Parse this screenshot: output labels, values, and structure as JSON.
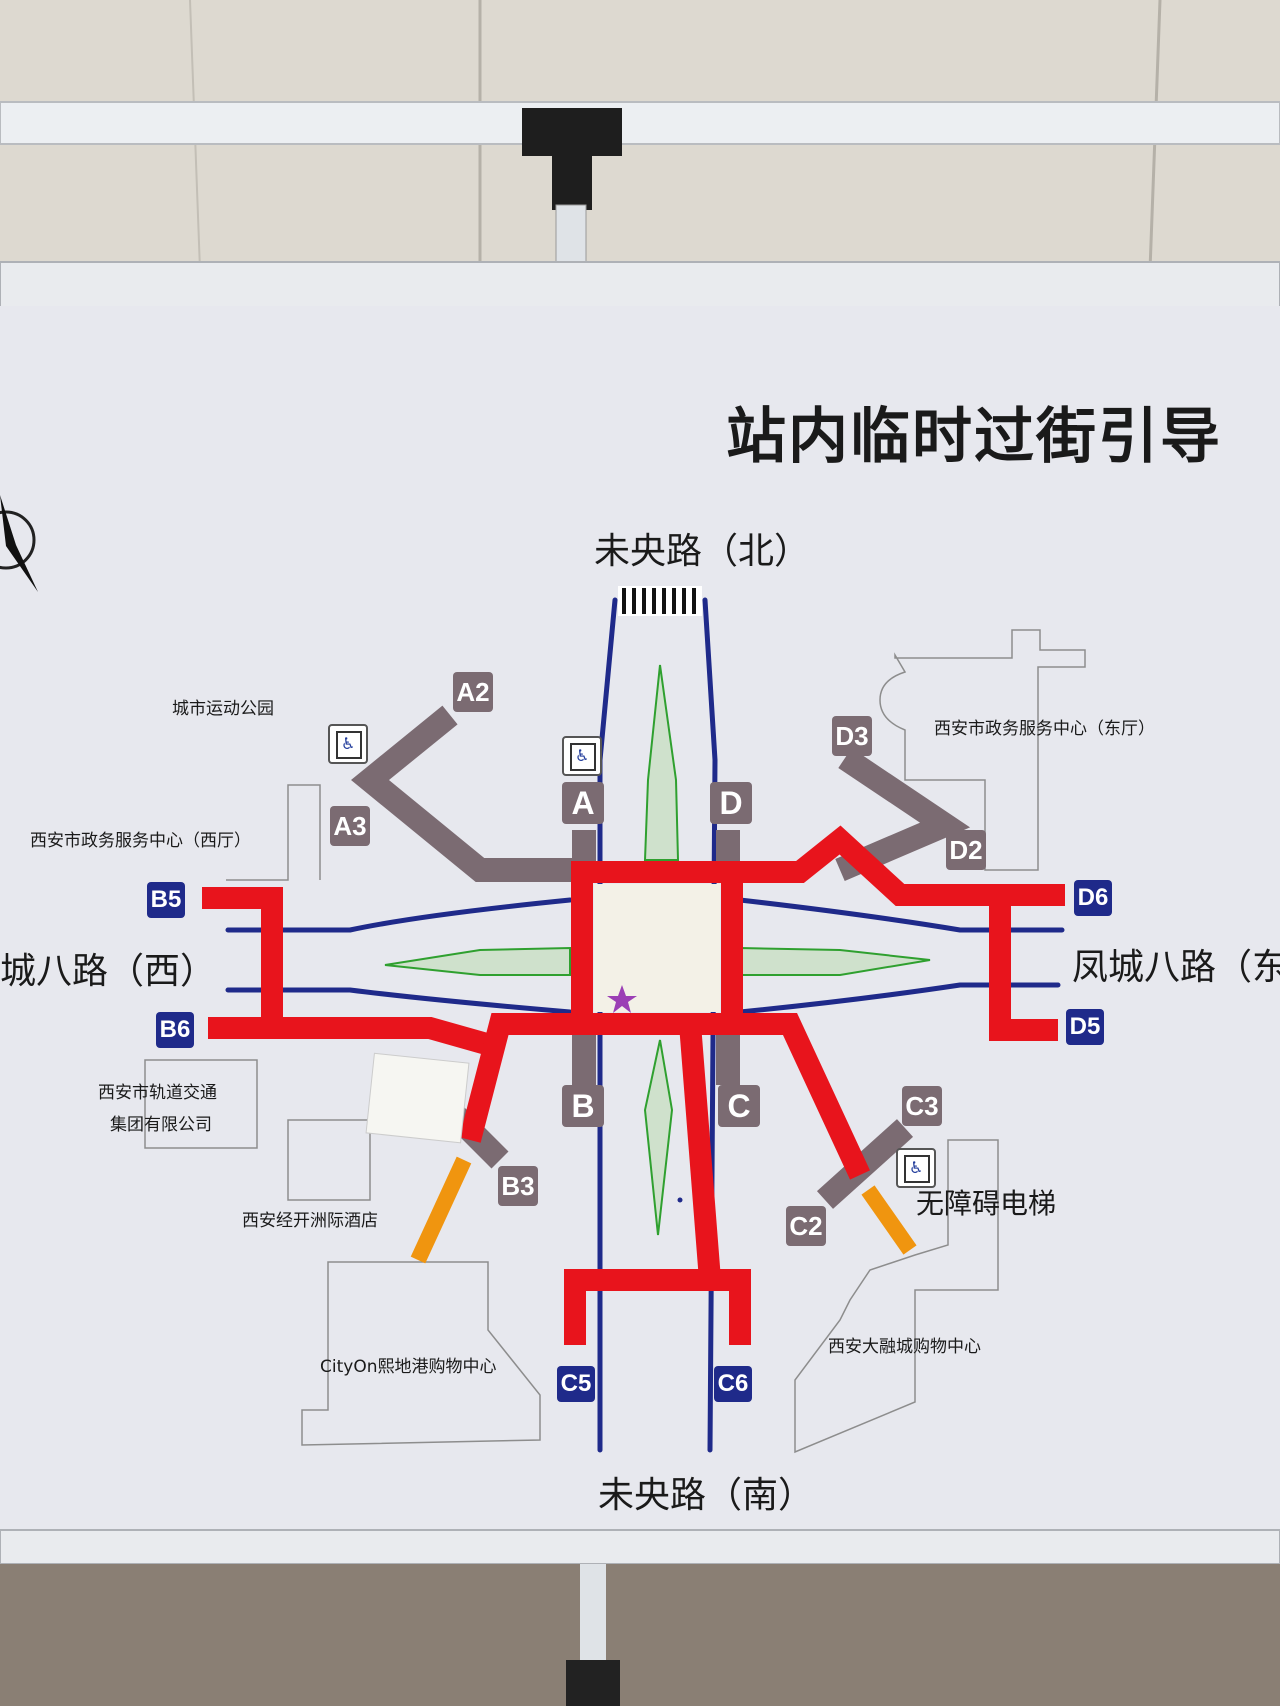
{
  "title": "站内临时过街引导",
  "roads": {
    "north": "未央路（北）",
    "south": "未央路（南）",
    "west": "城八路（西）",
    "east": "凤城八路（东"
  },
  "buildings": {
    "park": "城市运动公园",
    "gov_west": "西安市政务服务中心（西厅）",
    "gov_east": "西安市政务服务中心（东厅）",
    "metro_group_1": "西安市轨道交通",
    "metro_group_2": "集团有限公司",
    "hotel": "西安经开洲际酒店",
    "cityon": "CityOn熙地港购物中心",
    "darong": "西安大融城购物中心"
  },
  "accessible_elevator": "无障碍电梯",
  "exits": {
    "A": "A",
    "B": "B",
    "C": "C",
    "D": "D",
    "A2": "A2",
    "A3": "A3",
    "B3": "B3",
    "B5": "B5",
    "B6": "B6",
    "C2": "C2",
    "C3": "C3",
    "C5": "C5",
    "C6": "C6",
    "D2": "D2",
    "D3": "D3",
    "D5": "D5",
    "D6": "D6"
  },
  "colors": {
    "route": "#e8141c",
    "closed_exit": "#7b6b72",
    "temp_route": "#f0950f",
    "road_edge": "#1f2a8a",
    "median": "#2fa02f",
    "current_location": "#9b3fb5",
    "board": "#e7e8ee"
  },
  "icons": [
    "compass-north-arrow-icon",
    "accessible-elevator-icon",
    "current-location-star-icon"
  ]
}
